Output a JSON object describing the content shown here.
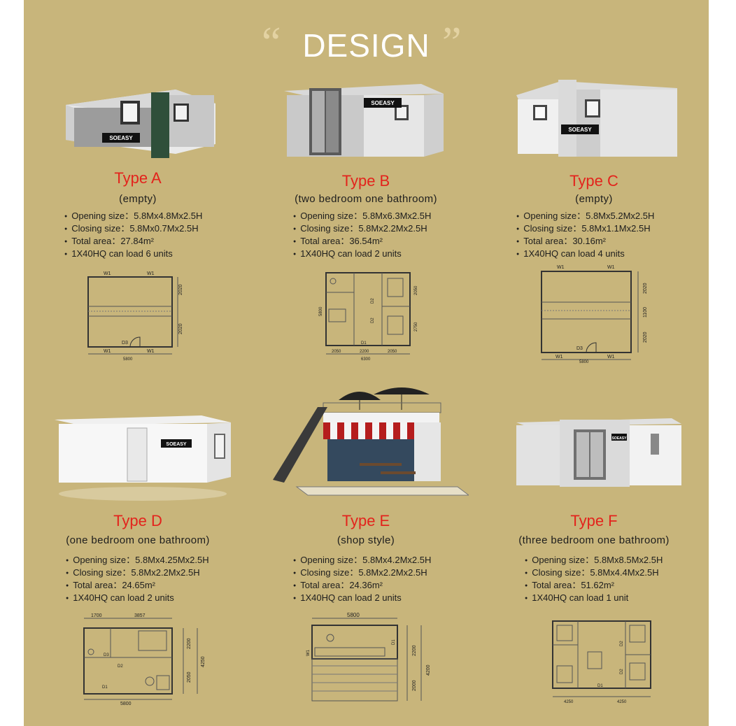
{
  "header": {
    "open_quote": "“",
    "title": "DESIGN",
    "close_quote": "”"
  },
  "brand": "SOEASY",
  "types": [
    {
      "name": "Type A",
      "subtitle": "(empty)",
      "specs": [
        "Opening size：5.8Mx4.8Mx2.5H",
        "Closing size：5.8Mx0.7Mx2.5H",
        "Total area：27.84m²",
        "1X40HQ can load 6 units"
      ],
      "plan_labels": [
        "W1",
        "W1",
        "2020",
        "2020",
        "D3",
        "W1",
        "W1",
        "5800"
      ]
    },
    {
      "name": "Type B",
      "subtitle": "(two bedroom one bathroom)",
      "specs": [
        "Opening size：5.8Mx6.3Mx2.5H",
        "Closing size：5.8Mx2.2Mx2.5H",
        "Total area：36.54m²",
        "1X40HQ can load 2 units"
      ],
      "plan_labels": [
        "2050",
        "2200",
        "2050",
        "6300",
        "D1",
        "D2",
        "D2",
        "5800",
        "2050",
        "2750"
      ]
    },
    {
      "name": "Type C",
      "subtitle": "(empty)",
      "specs": [
        "Opening size：5.8Mx5.2Mx2.5H",
        "Closing size：5.8Mx1.1Mx2.5H",
        "Total area：30.16m²",
        "1X40HQ can load 4 units"
      ],
      "plan_labels": [
        "W1",
        "W1",
        "2020",
        "1100",
        "2020",
        "D3",
        "W1",
        "W1",
        "5800"
      ]
    },
    {
      "name": "Type D",
      "subtitle": "(one bedroom one bathroom)",
      "specs": [
        "Opening size：5.8Mx4.25Mx2.5H",
        "Closing size：5.8Mx2.2Mx2.5H",
        "Total area：24.65m²",
        "1X40HQ can load 2 units"
      ],
      "plan_labels": [
        "1700",
        "3857",
        "2200",
        "2050",
        "4250",
        "5800",
        "D3",
        "D2",
        "D1"
      ]
    },
    {
      "name": "Type E",
      "subtitle": "(shop style)",
      "specs": [
        "Opening size：5.8Mx4.2Mx2.5H",
        "Closing size：5.8Mx2.2Mx2.5H",
        "Total area：24.36m²",
        "1X40HQ can load 2 units"
      ],
      "plan_labels": [
        "5800",
        "2200",
        "2000",
        "4200",
        "D1",
        "W1"
      ]
    },
    {
      "name": "Type F",
      "subtitle": "(three bedroom one bathroom)",
      "specs": [
        "Opening size：5.8Mx8.5Mx2.5H",
        "Closing size：5.8Mx4.4Mx2.5H",
        "Total area：51.62m²",
        "1X40HQ can load 1 unit"
      ],
      "plan_labels": [
        "4250",
        "4250",
        "D1",
        "D2",
        "D2"
      ]
    }
  ]
}
